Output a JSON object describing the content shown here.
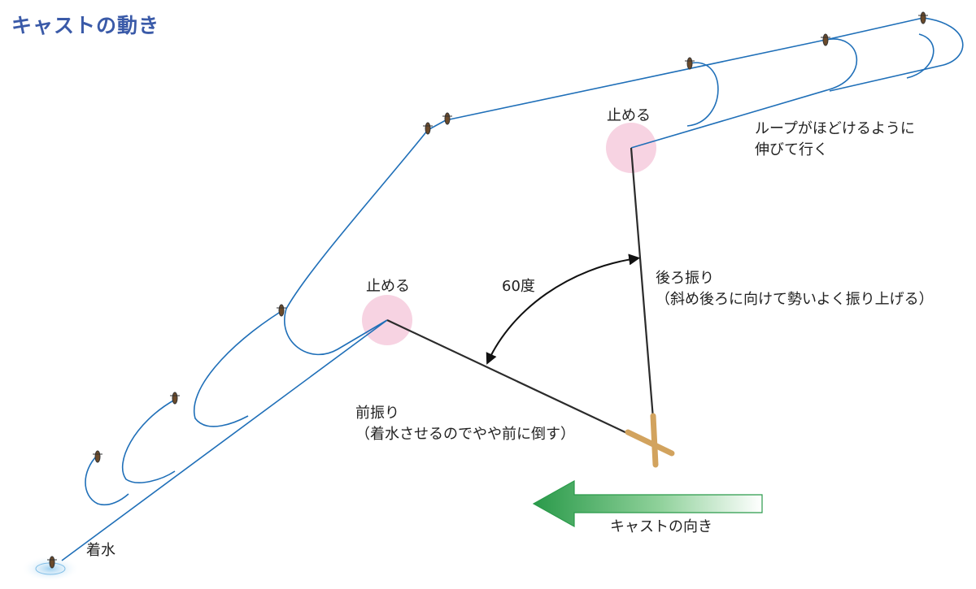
{
  "title": "キャストの動き",
  "labels": {
    "stop_back": "止める",
    "stop_forward": "止める",
    "loop_line1": "ループがほどけるように",
    "loop_line2": "伸びて行く",
    "angle": "60度",
    "backcast_line1": "後ろ振り",
    "backcast_line2": "（斜め後ろに向けて勢いよく振り上げる）",
    "forwardcast_line1": "前振り",
    "forwardcast_line2": "（着水させるのでやや前に倒す）",
    "landing": "着水",
    "direction": "キャストの向き"
  },
  "colors": {
    "title": "#3a5aa8",
    "line": "#1f6fb8",
    "stop_circle": "#f7d3e2",
    "arrow_dark": "#2a9a4a",
    "rod": "#2b2b2b",
    "grip": "#d2a35e"
  }
}
